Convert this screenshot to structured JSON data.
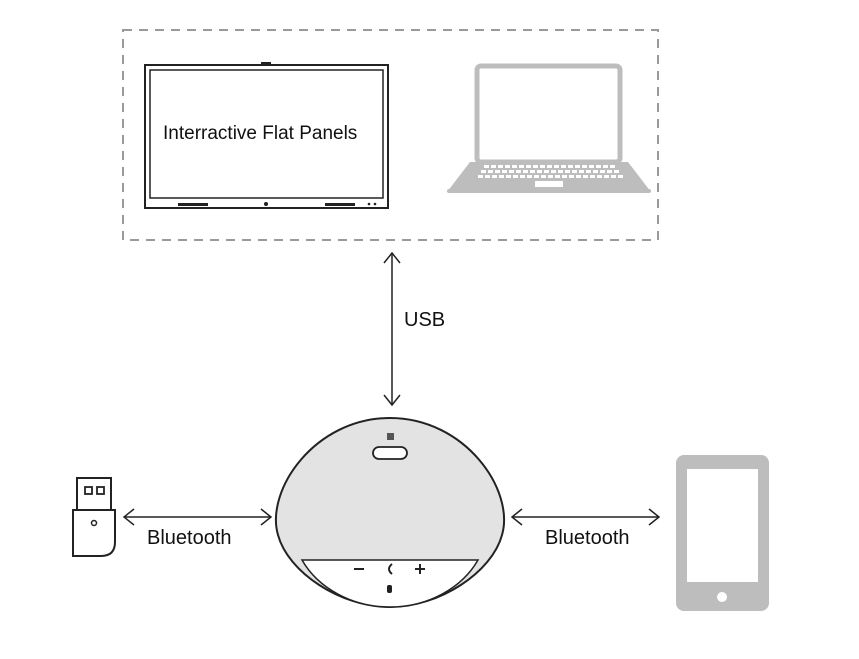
{
  "diagram": {
    "panel_label": "Interractive Flat Panels",
    "usb_label": "USB",
    "bluetooth_left_label": "Bluetooth",
    "bluetooth_right_label": "Bluetooth"
  },
  "devices": {
    "flat_panel_icon": "interactive-flat-panel-icon",
    "laptop_icon": "laptop-icon",
    "dongle_icon": "usb-bluetooth-dongle-icon",
    "speakerphone_icon": "speakerphone-icon",
    "tablet_icon": "tablet-icon"
  },
  "colors": {
    "line": "#222222",
    "device_gray": "#bdbdbd",
    "dashed_border": "#9a9a9a"
  }
}
